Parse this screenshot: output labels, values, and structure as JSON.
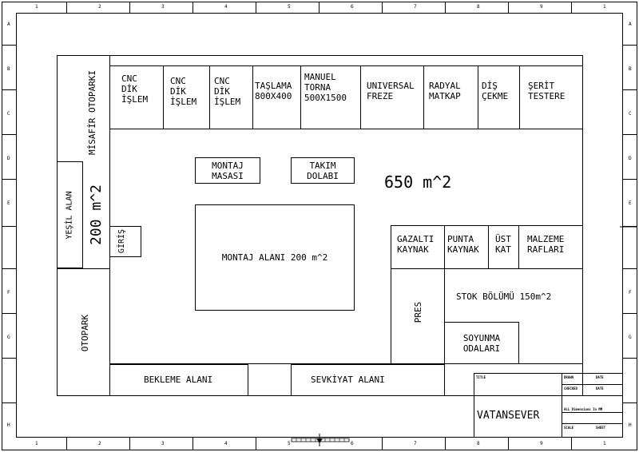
{
  "border": {
    "columns": [
      "1",
      "2",
      "3",
      "4",
      "5",
      "6",
      "7",
      "8",
      "9",
      "1"
    ],
    "rows": [
      "A",
      "B",
      "C",
      "D",
      "E",
      "F",
      "G",
      "H"
    ]
  },
  "rooms": {
    "cnc1": "CNC\nDİK\nİŞLEM",
    "cnc2": "CNC\nDİK\nİŞLEM",
    "cnc3": "CNC\nDİK\nİŞLEM",
    "taslama": "TAŞLAMA\n800X400",
    "torna": "MANUEL\nTORNA\n500X1500",
    "freze": "UNIVERSAL\nFREZE",
    "matkap": "RADYAL\nMATKAP",
    "dis": "DİŞ\nÇEKME",
    "serit": "ŞERİT\nTESTERE",
    "montaj_masasi": "MONTAJ\nMASASI",
    "takim_dolabi": "TAKIM\nDOLABI",
    "area_main": "650 m^2",
    "montaj_alani": "MONTAJ ALANI 200 m^2",
    "gazalti": "GAZALTI\nKAYNAK",
    "punta": "PUNTA\nKAYNAK",
    "ust_kat": "ÜST\nKAT",
    "malzeme": "MALZEME\nRAFLARI",
    "pres": "PRES",
    "stok": "STOK BÖLÜMÜ 150m^2",
    "soyunma": "SOYUNMA\nODALARI",
    "bekleme": "BEKLEME ALANI",
    "sevkiyat": "SEVKİYAT ALANI",
    "misafir": "MİSAFİR OTOPARKI",
    "yesil": "YEŞİL ALAN",
    "yesil_area": "200 m^2",
    "giris": "GİRİŞ",
    "otopark": "OTOPARK"
  },
  "title_block": {
    "title_label": "TITLE",
    "drawn_label": "DRAWN",
    "date_label": "DATE",
    "checked_label": "CHECKED",
    "date_label2": "DATE",
    "company": "VATANSEVER",
    "dims_note": "ALL Dimensions In MM",
    "scale_label": "SCALE",
    "sheet_label": "SHEET"
  }
}
